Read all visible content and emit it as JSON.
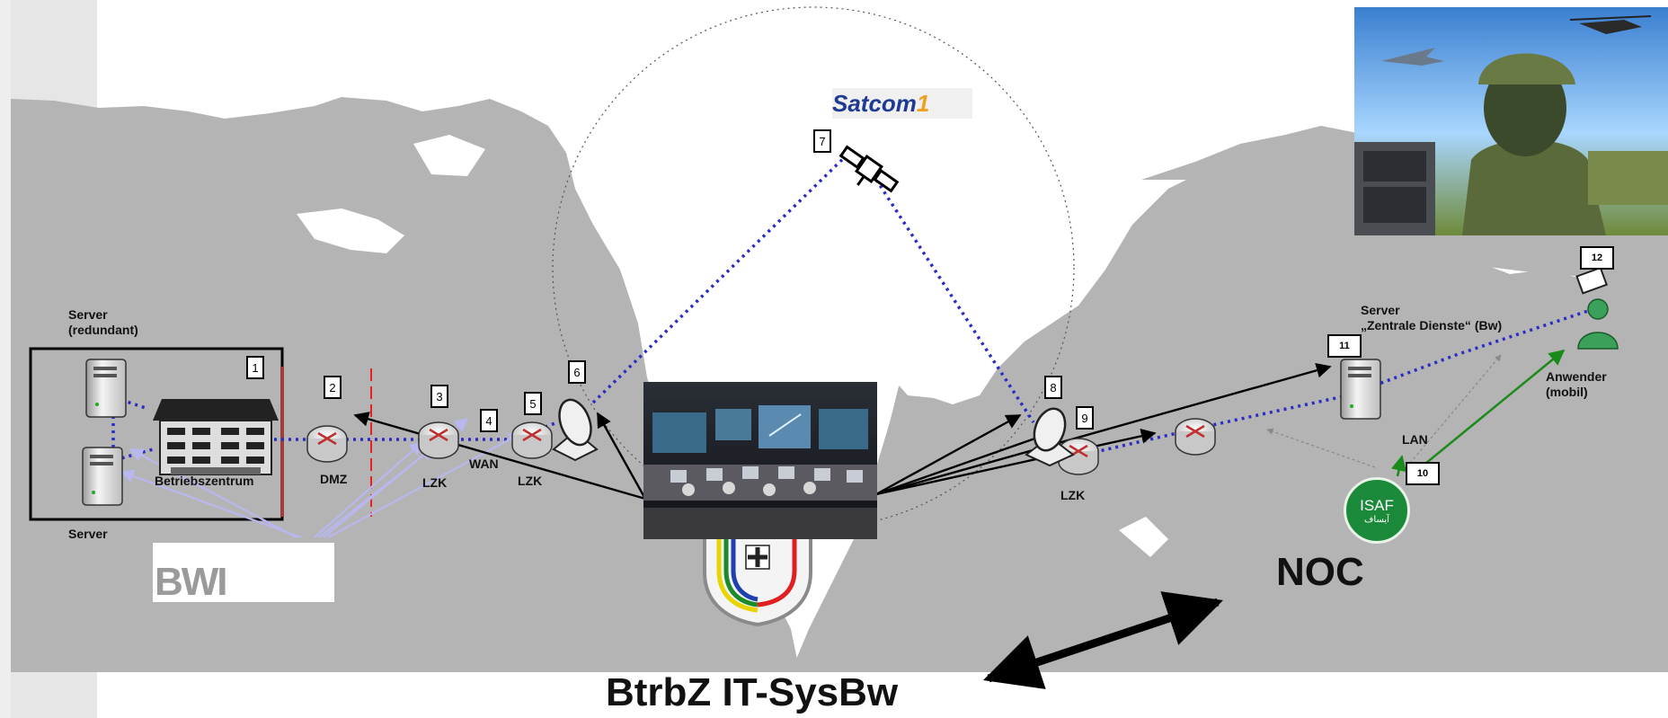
{
  "labels": {
    "server_redundant_1": "Server",
    "server_redundant_2": "(redundant)",
    "server": "Server",
    "betriebszentrum": "Betriebszentrum",
    "dmz": "DMZ",
    "lzk_1": "LZK",
    "wan": "WAN",
    "lzk_2": "LZK",
    "lzk_3": "LZK",
    "server_zentral_1": "Server",
    "server_zentral_2": "„Zentrale Dienste“ (Bw)",
    "anwender_1": "Anwender",
    "anwender_2": "(mobil)",
    "lan": "LAN",
    "noc": "NOC",
    "btrbz": "BtrbZ IT-SysBw"
  },
  "numbers": {
    "n1": "1",
    "n2": "2",
    "n3": "3",
    "n4": "4",
    "n5": "5",
    "n6": "6",
    "n7": "7",
    "n8": "8",
    "n9": "9",
    "n10": "10",
    "n11": "11",
    "n12": "12"
  },
  "logos": {
    "satcom_main": "Satcom",
    "satcom_digit": "1",
    "bwi": "BWI",
    "isaf": "ISAF",
    "isaf_sub": "آیساف"
  },
  "colors": {
    "map_land": "#b4b4b4",
    "link_dotted": "#2b2bc8",
    "arrow_black": "#000000",
    "arrow_green": "#1a8a1a",
    "arrow_lavender": "#b8b8ee",
    "bwi_red": "#e8202a"
  },
  "icons": [
    "server-icon",
    "building-icon",
    "router-icon",
    "satellite-dish-icon",
    "satellite-icon",
    "laptop-user-icon",
    "bundeswehr-crest-icon"
  ]
}
